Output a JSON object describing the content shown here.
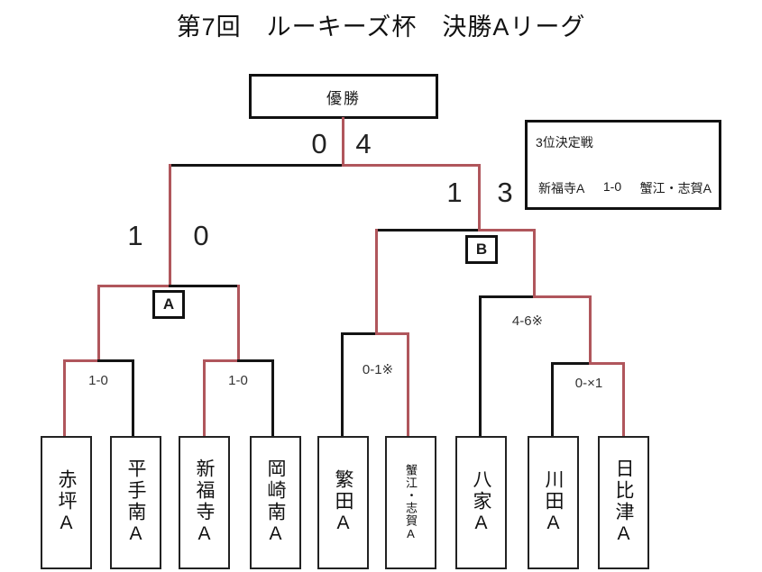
{
  "title": "第7回　ルーキーズ杯　決勝Aリーグ",
  "colors": {
    "winner_line": "#b0565c",
    "loser_line": "#141414"
  },
  "champion": {
    "label": "優勝"
  },
  "final": {
    "left_score": "0",
    "right_score": "4"
  },
  "semifinal_a": {
    "label": "A",
    "left_score": "1",
    "right_score": "0"
  },
  "semifinal_b": {
    "label": "B",
    "left_score": "1",
    "right_score": "3"
  },
  "round_scores": {
    "match1": "1-0",
    "match2": "1-0",
    "match3": "0-1※",
    "round2_right": "4-6※",
    "match4": "0-×1"
  },
  "third_place": {
    "heading": "3位決定戦",
    "left_team": "新福寺A",
    "score": "1-0",
    "right_team": "蟹江・志賀A"
  },
  "teams": [
    {
      "name": "赤坪A",
      "advanced": true
    },
    {
      "name": "平手南A",
      "advanced": false
    },
    {
      "name": "新福寺A",
      "advanced": true
    },
    {
      "name": "岡崎南A",
      "advanced": false
    },
    {
      "name": "繁田A",
      "advanced": false
    },
    {
      "name": "蟹江・志賀A",
      "advanced": true
    },
    {
      "name": "八家A",
      "advanced": false
    },
    {
      "name": "川田A",
      "advanced": false
    },
    {
      "name": "日比津A",
      "advanced": true
    }
  ]
}
